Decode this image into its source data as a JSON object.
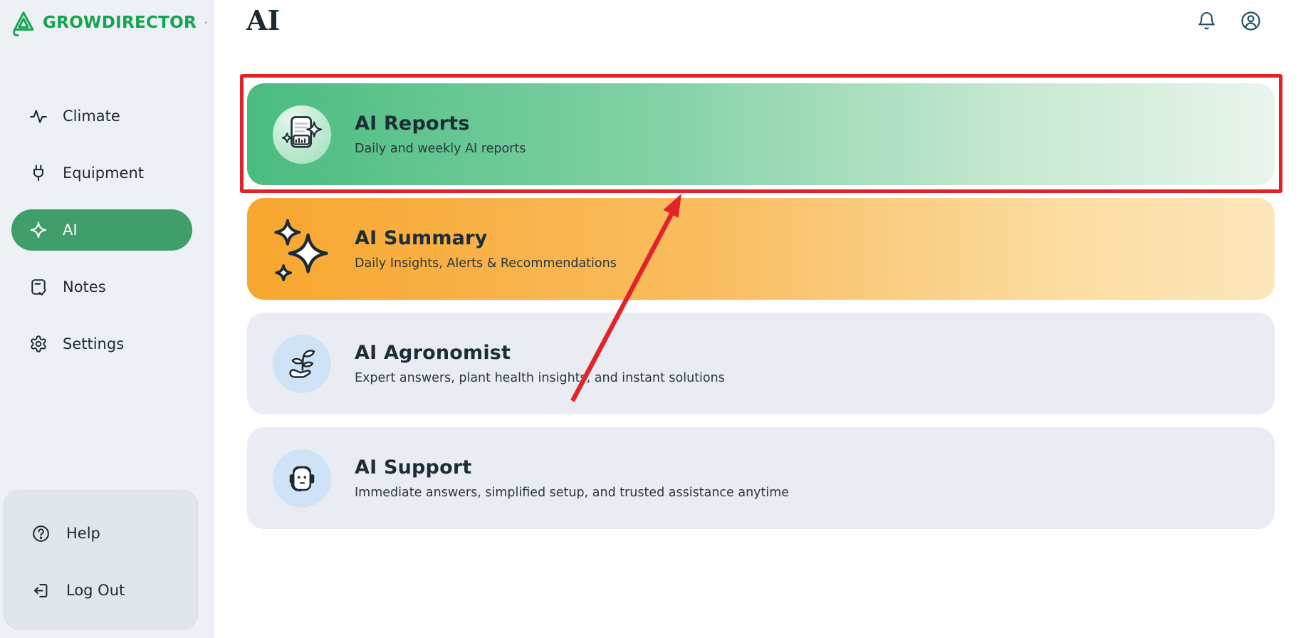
{
  "app": {
    "brand": "GROWDIRECTOR",
    "brand_suffix": "·",
    "brand_color": "#13a44f",
    "accent_green": "#3f9e6a"
  },
  "sidebar": {
    "items": [
      {
        "label": "Climate",
        "icon": "activity-icon",
        "active": false
      },
      {
        "label": "Equipment",
        "icon": "plug-icon",
        "active": false
      },
      {
        "label": "AI",
        "icon": "sparkle-icon",
        "active": true
      },
      {
        "label": "Notes",
        "icon": "notepad-icon",
        "active": false
      },
      {
        "label": "Settings",
        "icon": "gear-icon",
        "active": false
      }
    ],
    "footer_items": [
      {
        "label": "Help",
        "icon": "help-circle-icon"
      },
      {
        "label": "Log Out",
        "icon": "logout-icon"
      }
    ]
  },
  "header": {
    "title": "AI",
    "actions": [
      {
        "icon": "bell-icon"
      },
      {
        "icon": "user-circle-icon"
      }
    ],
    "icon_color": "#1d4e66"
  },
  "cards": [
    {
      "title": "AI Reports",
      "subtitle": "Daily and weekly AI reports",
      "icon": "report-document-icon",
      "theme": "green-gradient",
      "highlighted": true
    },
    {
      "title": "AI Summary",
      "subtitle": "Daily Insights, Alerts & Recommendations",
      "icon": "sparkles-icon",
      "theme": "orange-gradient",
      "highlighted": false
    },
    {
      "title": "AI Agronomist",
      "subtitle": "Expert answers, plant health insights, and instant solutions",
      "icon": "plant-hand-icon",
      "theme": "neutral",
      "highlighted": false
    },
    {
      "title": "AI Support",
      "subtitle": "Immediate answers, simplified setup, and trusted assistance anytime",
      "icon": "support-robot-icon",
      "theme": "neutral",
      "highlighted": false
    }
  ],
  "annotation": {
    "color": "#e2232a",
    "shape": "box-around-first-card-with-arrow"
  }
}
